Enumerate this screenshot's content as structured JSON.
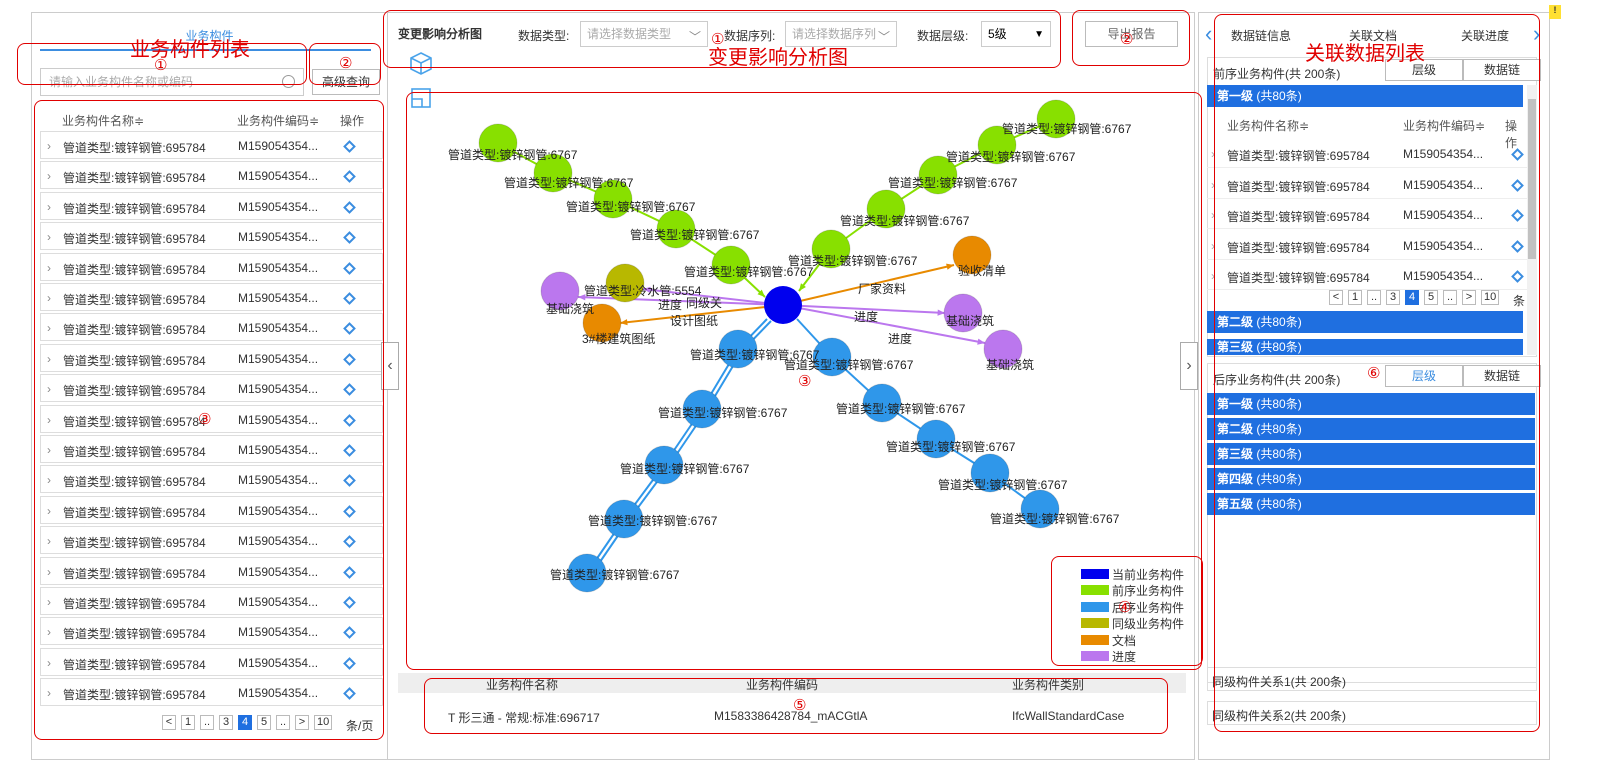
{
  "annotations": {
    "left_list_title": "业务构件列表",
    "graph_title": "变更影响分析图",
    "right_list_title": "关联数据列表",
    "n1": "①",
    "n2": "②",
    "n3": "③",
    "n4": "④",
    "n5": "⑤",
    "n6": "⑥"
  },
  "left": {
    "tab": "业务构件",
    "search_placeholder": "请输入业务构件名称或编码",
    "advanced_btn": "高级查询",
    "col_name": "业务构件名称≑",
    "col_code": "业务构件编码≑",
    "col_op": "操作",
    "rows": [
      {
        "name": "管道类型:镀锌钢管:695784",
        "code": "M159054354..."
      },
      {
        "name": "管道类型:镀锌钢管:695784",
        "code": "M159054354..."
      },
      {
        "name": "管道类型:镀锌钢管:695784",
        "code": "M159054354..."
      },
      {
        "name": "管道类型:镀锌钢管:695784",
        "code": "M159054354..."
      },
      {
        "name": "管道类型:镀锌钢管:695784",
        "code": "M159054354..."
      },
      {
        "name": "管道类型:镀锌钢管:695784",
        "code": "M159054354..."
      },
      {
        "name": "管道类型:镀锌钢管:695784",
        "code": "M159054354..."
      },
      {
        "name": "管道类型:镀锌钢管:695784",
        "code": "M159054354..."
      },
      {
        "name": "管道类型:镀锌钢管:695784",
        "code": "M159054354..."
      },
      {
        "name": "管道类型:镀锌钢管:695784",
        "code": "M159054354..."
      },
      {
        "name": "管道类型:镀锌钢管:695784",
        "code": "M159054354..."
      },
      {
        "name": "管道类型:镀锌钢管:695784",
        "code": "M159054354..."
      },
      {
        "name": "管道类型:镀锌钢管:695784",
        "code": "M159054354..."
      },
      {
        "name": "管道类型:镀锌钢管:695784",
        "code": "M159054354..."
      },
      {
        "name": "管道类型:镀锌钢管:695784",
        "code": "M159054354..."
      },
      {
        "name": "管道类型:镀锌钢管:695784",
        "code": "M159054354..."
      },
      {
        "name": "管道类型:镀锌钢管:695784",
        "code": "M159054354..."
      },
      {
        "name": "管道类型:镀锌钢管:695784",
        "code": "M159054354..."
      },
      {
        "name": "管道类型:镀锌钢管:695784",
        "code": "M159054354..."
      }
    ],
    "pager": {
      "pages": [
        "<",
        "1",
        "..",
        "3",
        "4",
        "5",
        "..",
        ">",
        "10"
      ],
      "active": "4",
      "suffix": "条/页"
    }
  },
  "mid": {
    "title": "变更影响分析图",
    "data_type_label": "数据类型:",
    "data_type_placeholder": "请选择数据类型",
    "data_seq_label": "数据序列:",
    "data_seq_placeholder": "请选择数据序列",
    "data_level_label": "数据层级:",
    "data_level_value": "5级",
    "export_btn": "导出报告",
    "icon_3d": "3D",
    "icon_2d": "2D",
    "legend": [
      {
        "label": "当前业务构件",
        "color": "#0000ee"
      },
      {
        "label": "前序业务构件",
        "color": "#88e000"
      },
      {
        "label": "后序业务构件",
        "color": "#2f97ea"
      },
      {
        "label": "同级业务构件",
        "color": "#b8b800"
      },
      {
        "label": "文档",
        "color": "#e88a00"
      },
      {
        "label": "进度",
        "color": "#bb77ee"
      }
    ],
    "bottom": {
      "col_name": "业务构件名称",
      "col_code": "业务构件编码",
      "col_type": "业务构件类别",
      "name": "T 形三通 - 常规:标准:696717",
      "code": "M1583386428784_mACGtlA",
      "type": "IfcWallStandardCase"
    },
    "graph": {
      "pipe_label": "管道类型:镀锌钢管:6767",
      "peer_label": "管道类型:冷水管:5554",
      "edge_progress": "进度",
      "edge_peer": "同级关",
      "edge_design": "设计图纸",
      "edge_vendor": "厂家资料",
      "doc_accept": "验收清单",
      "doc_building": "3#楼建筑图纸",
      "progress_foundation": "基础浇筑"
    }
  },
  "right": {
    "tabs": [
      "数据链信息",
      "关联文档",
      "关联进度"
    ],
    "pre_title": "前序业务构件(共 200条)",
    "seg_level": "层级",
    "seg_chain": "数据链",
    "lv1": "第一级",
    "lv2": "第二级",
    "lv3": "第三级",
    "lv4": "第四级",
    "lv5": "第五级",
    "cnt": "(共80条)",
    "col_name": "业务构件名称≑",
    "col_code": "业务构件编码≑",
    "col_op": "操作",
    "rows": [
      {
        "name": "管道类型:镀锌钢管:695784",
        "code": "M159054354..."
      },
      {
        "name": "管道类型:镀锌钢管:695784",
        "code": "M159054354..."
      },
      {
        "name": "管道类型:镀锌钢管:695784",
        "code": "M159054354..."
      },
      {
        "name": "管道类型:镀锌钢管:695784",
        "code": "M159054354..."
      },
      {
        "name": "管道类型:镀锌钢管:695784",
        "code": "M159054354..."
      }
    ],
    "pager": {
      "pages": [
        "<",
        "1",
        "..",
        "3",
        "4",
        "5",
        "..",
        ">",
        "10"
      ],
      "active": "4",
      "suffix": "条"
    },
    "post_title": "后序业务构件(共 200条)",
    "peer1": "同级构件关系1(共 200条)",
    "peer2": "同级构件关系2(共 200条)"
  }
}
